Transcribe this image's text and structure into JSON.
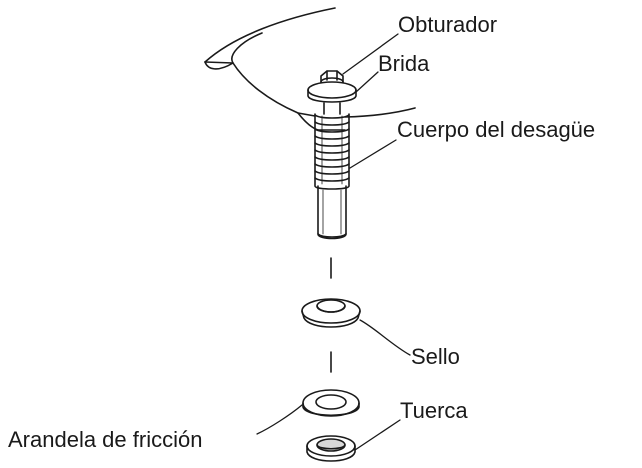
{
  "labels": {
    "obturador": "Obturador",
    "brida": "Brida",
    "cuerpo": "Cuerpo del desagüe",
    "sello": "Sello",
    "tuerca": "Tuerca",
    "arandela": "Arandela de fricción"
  },
  "colors": {
    "line": "#1a1a1a",
    "fill": "#ffffff",
    "shade": "#d9d9d9"
  }
}
